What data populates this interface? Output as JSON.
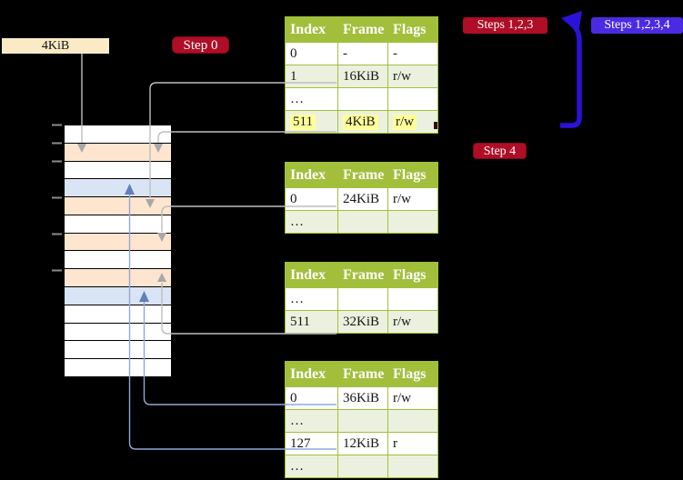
{
  "title": "Two-level page table translation diagram",
  "labels": {
    "page_size": "4KiB",
    "step0": "Step 0",
    "steps123": "Steps 1,2,3",
    "steps1234": "Steps 1,2,3,4",
    "step4": "Step 4"
  },
  "tables": [
    {
      "name": "page-table-top",
      "headers": [
        "Index",
        "Frame",
        "Flags"
      ],
      "rows": [
        {
          "cells": [
            "0",
            "-",
            "-"
          ],
          "shade": false,
          "highlight": false
        },
        {
          "cells": [
            "1",
            "16KiB",
            "r/w"
          ],
          "shade": true,
          "highlight": false
        },
        {
          "cells": [
            "…",
            "",
            ""
          ],
          "shade": false,
          "highlight": false
        },
        {
          "cells": [
            "511",
            "4KiB",
            "r/w"
          ],
          "shade": true,
          "highlight": true
        }
      ]
    },
    {
      "name": "page-table-second",
      "headers": [
        "Index",
        "Frame",
        "Flags"
      ],
      "rows": [
        {
          "cells": [
            "0",
            "24KiB",
            "r/w"
          ],
          "shade": false,
          "highlight": false
        },
        {
          "cells": [
            "…",
            "",
            ""
          ],
          "shade": true,
          "highlight": false
        }
      ]
    },
    {
      "name": "page-table-third",
      "headers": [
        "Index",
        "Frame",
        "Flags"
      ],
      "rows": [
        {
          "cells": [
            "…",
            "",
            ""
          ],
          "shade": false,
          "highlight": false
        },
        {
          "cells": [
            "511",
            "32KiB",
            "r/w"
          ],
          "shade": true,
          "highlight": false
        }
      ]
    },
    {
      "name": "page-table-bottom",
      "headers": [
        "Index",
        "Frame",
        "Flags"
      ],
      "rows": [
        {
          "cells": [
            "0",
            "36KiB",
            "r/w"
          ],
          "shade": false,
          "highlight": false
        },
        {
          "cells": [
            "…",
            "",
            ""
          ],
          "shade": true,
          "highlight": false
        },
        {
          "cells": [
            "127",
            "12KiB",
            "r"
          ],
          "shade": false,
          "highlight": false
        },
        {
          "cells": [
            "…",
            "",
            ""
          ],
          "shade": true,
          "highlight": false
        }
      ]
    }
  ],
  "memory": {
    "rows": [
      {
        "tone": "white"
      },
      {
        "tone": "peach"
      },
      {
        "tone": "white"
      },
      {
        "tone": "blue"
      },
      {
        "tone": "peach"
      },
      {
        "tone": "white"
      },
      {
        "tone": "peach"
      },
      {
        "tone": "white"
      },
      {
        "tone": "peach"
      },
      {
        "tone": "blue"
      },
      {
        "tone": "white"
      },
      {
        "tone": "white"
      },
      {
        "tone": "white"
      },
      {
        "tone": "white"
      }
    ]
  },
  "arrows": [
    {
      "from": "4KiB label",
      "to": "frame at 4KiB",
      "color": "gray"
    },
    {
      "from": "table-top index 1 (16KiB)",
      "to": "frame at 16KiB",
      "color": "gray"
    },
    {
      "from": "table-top index 511 (4KiB)",
      "to": "frame at 4KiB",
      "color": "gray"
    },
    {
      "from": "table-second index 0 (24KiB)",
      "to": "frame at 24KiB",
      "color": "gray"
    },
    {
      "from": "table-third index 511 (32KiB)",
      "to": "frame at 32KiB",
      "color": "gray"
    },
    {
      "from": "table-bottom index 0 (36KiB)",
      "to": "frame at 36KiB",
      "color": "blue"
    },
    {
      "from": "table-bottom index 127 (12KiB)",
      "to": "frame at 12KiB",
      "color": "blue"
    },
    {
      "from": "below Steps labels",
      "to": "top of first table",
      "color": "thick-blue"
    }
  ],
  "colors": {
    "header_green": "#A1BF3B",
    "row_green": "#EBF1DE",
    "crimson": "#AF0E26",
    "blue_label": "#4B2BE2",
    "thick_arrow_blue": "#2B12D8",
    "connector_gray": "#BEBEBE",
    "connector_gray_head": "#A8A8A8",
    "connector_blue": "#90A8D8",
    "connector_blue_head": "#6080BC",
    "mem_peach": "#FDE5CF",
    "mem_blue": "#D9E4F4",
    "wheat": "#FAEAC5",
    "highlight_yellow": "#FFFF99"
  }
}
